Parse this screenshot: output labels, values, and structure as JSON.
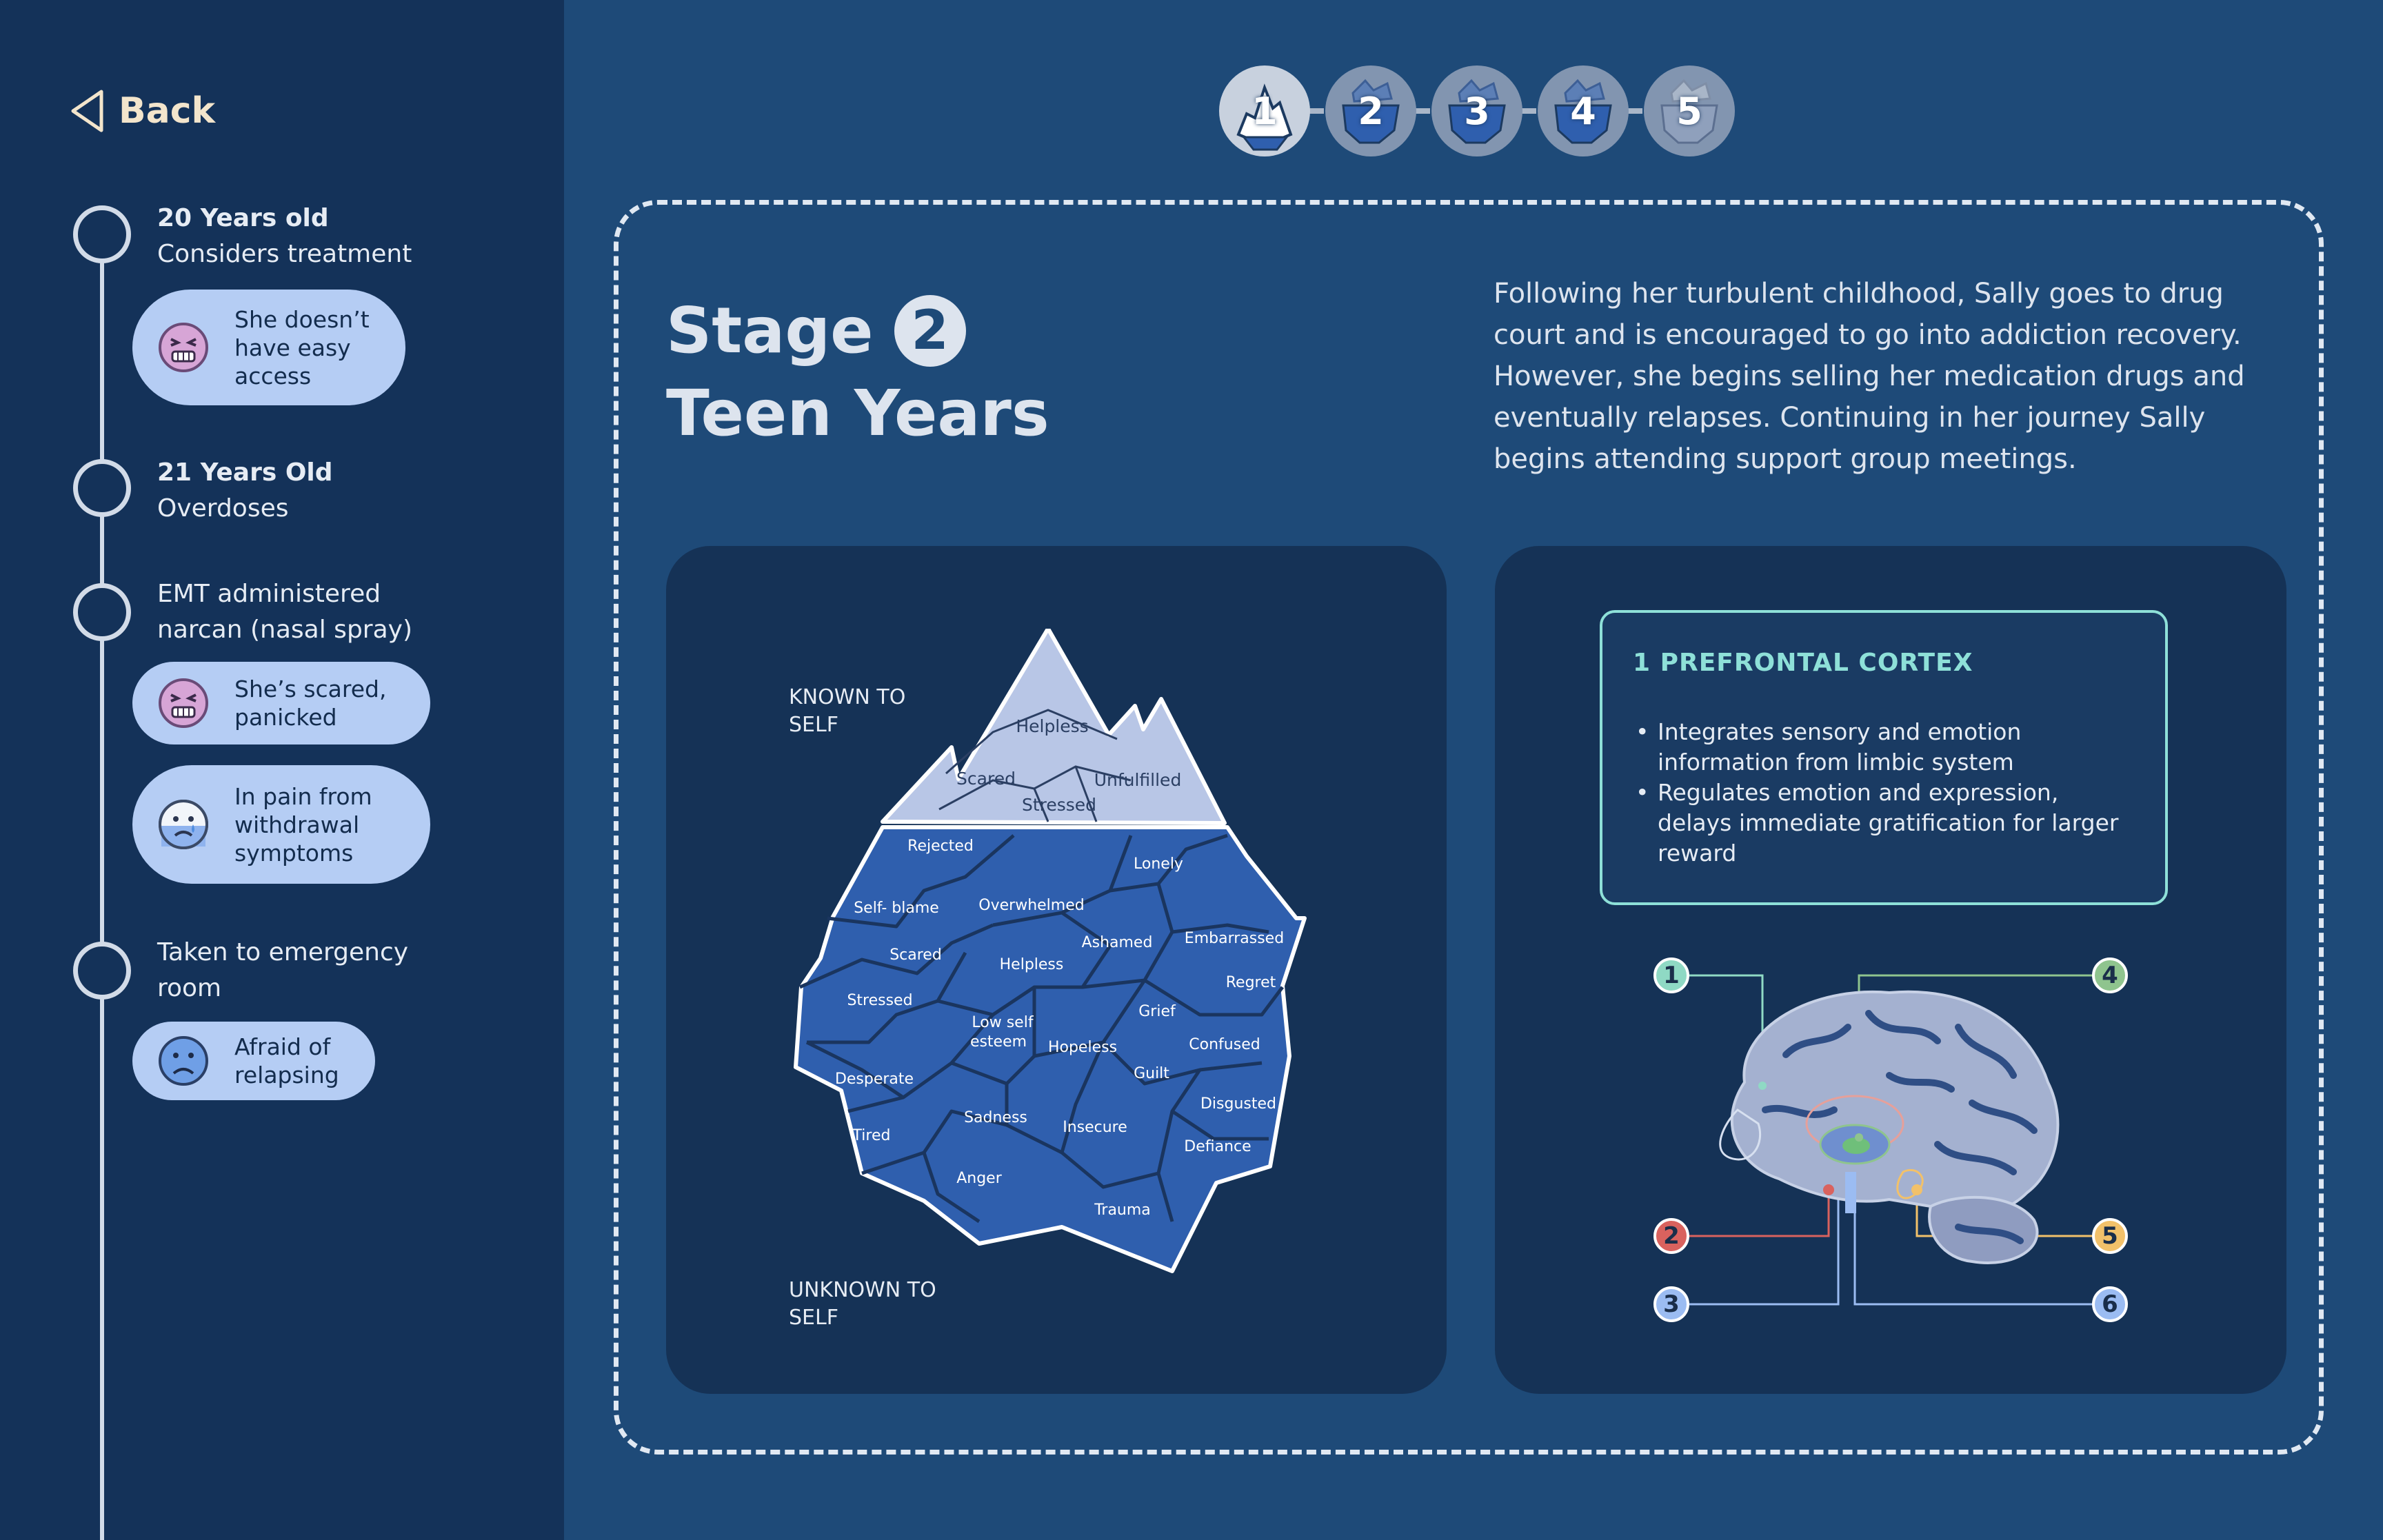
{
  "sidebar": {
    "back_label": "Back",
    "timeline": [
      {
        "title": "20 Years old",
        "subtitle": "Considers treatment"
      },
      {
        "title": "21 Years Old",
        "subtitle": "Overdoses"
      },
      {
        "title": "EMT administered narcan (nasal spray)"
      },
      {
        "title": "Taken to emergency room"
      }
    ],
    "feelings": [
      {
        "text": "She doesn’t have easy access",
        "face": "angry-face-icon"
      },
      {
        "text": "She’s scared, panicked",
        "face": "angry-face-icon"
      },
      {
        "text": "In pain from withdrawal symptoms",
        "face": "crying-face-icon"
      },
      {
        "text": "Afraid of relapsing",
        "face": "sad-face-icon"
      }
    ]
  },
  "stage_nav": [
    "1",
    "2",
    "3",
    "4",
    "5"
  ],
  "stage": {
    "label": "Stage",
    "number": "2",
    "title": "Teen Years",
    "description": "Following her turbulent childhood, Sally goes to drug court and is encouraged to go into addiction recovery. However, she begins selling her medication drugs and eventually relapses. Continuing in her journey Sally begins attending support group meetings."
  },
  "iceberg": {
    "known_label": "KNOWN TO SELF",
    "unknown_label": "UNKNOWN TO SELF",
    "top_words": [
      "Helpless",
      "Scared",
      "Unfulfilled",
      "Stressed"
    ],
    "bottom_words": [
      "Rejected",
      "Lonely",
      "Self- blame",
      "Overwhelmed",
      "Embarrassed",
      "Scared",
      "Ashamed",
      "Helpless",
      "Regret",
      "Stressed",
      "Grief",
      "Low self",
      "esteem",
      "Confused",
      "Hopeless",
      "Desperate",
      "Guilt",
      "Disgusted",
      "Sadness",
      "Tired",
      "Insecure",
      "Defiance",
      "Anger",
      "Trauma"
    ]
  },
  "brain": {
    "info_title": "1 PREFRONTAL CORTEX",
    "info_points": [
      "Integrates sensory and emotion information from limbic system",
      "Regulates emotion and expression, delays immediate gratification for larger reward"
    ],
    "markers": [
      {
        "label": "1",
        "color": "#8fd9c4"
      },
      {
        "label": "2",
        "color": "#d9625e"
      },
      {
        "label": "3",
        "color": "#9bbcf2"
      },
      {
        "label": "4",
        "color": "#8fc48e"
      },
      {
        "label": "5",
        "color": "#f2c16a"
      },
      {
        "label": "6",
        "color": "#9bbcf2"
      }
    ]
  },
  "colors": {
    "background": "#1e4a78",
    "sidebar": "#143259",
    "card": "#153256",
    "pill": "#b5cdf4",
    "iceberg_top": "#b8c6e6",
    "iceberg_bottom": "#2f5fae",
    "accent_teal": "#8ee0d8"
  }
}
